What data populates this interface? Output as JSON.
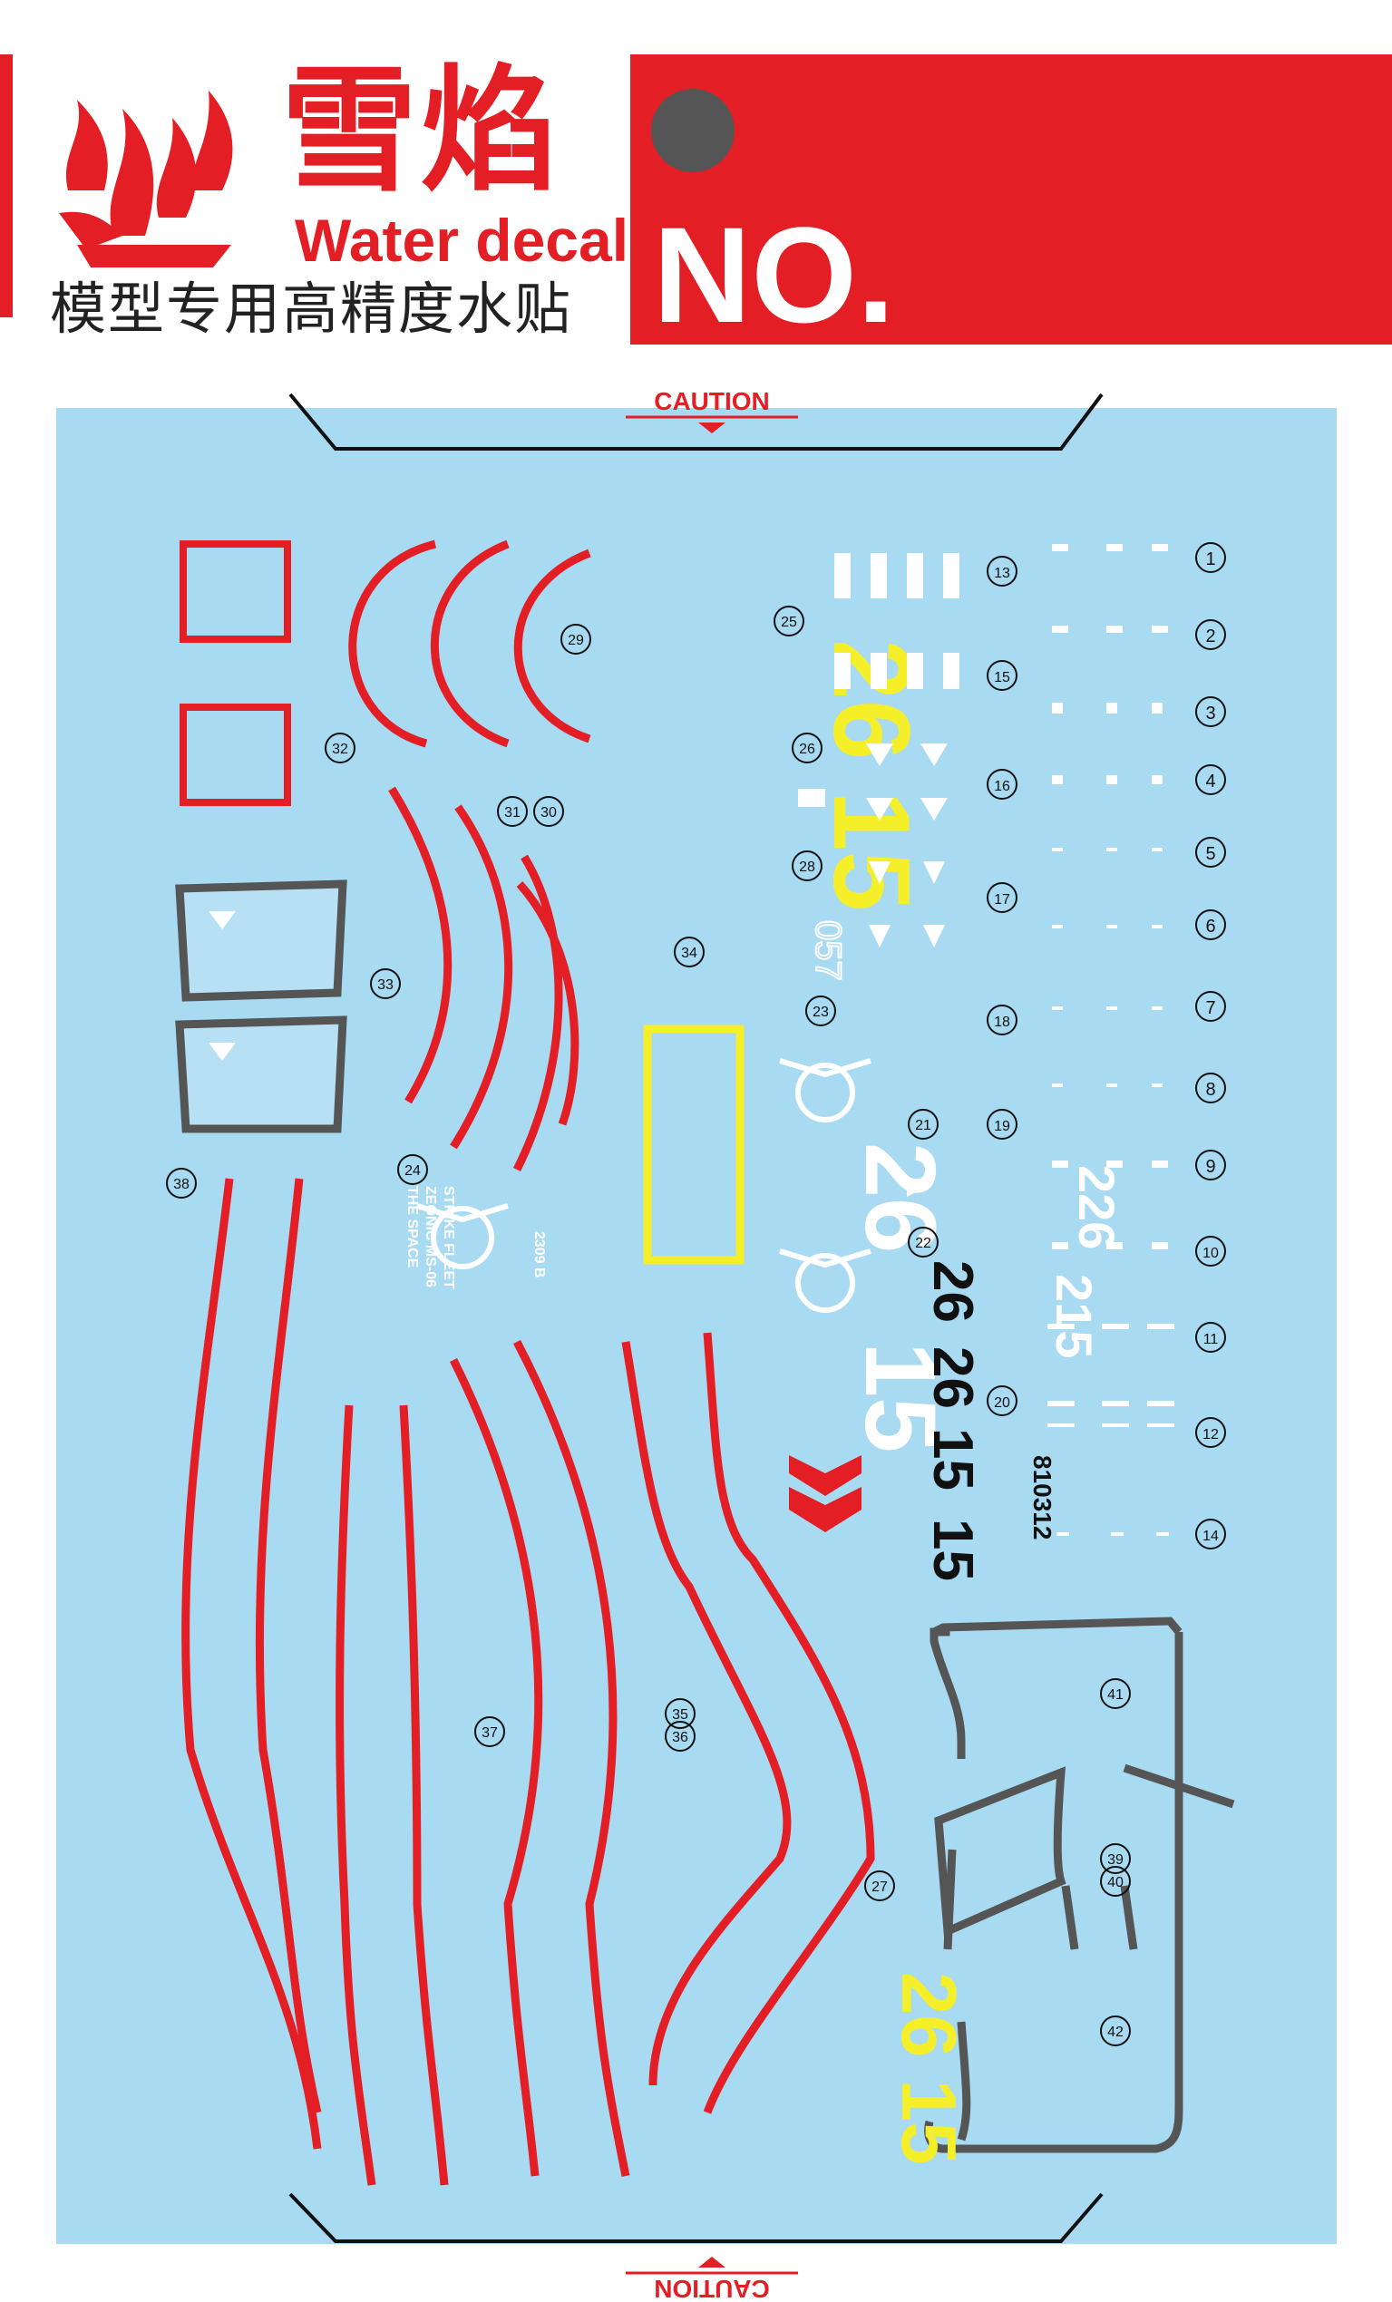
{
  "header": {
    "brand_cn": "雪焰",
    "brand_en": "Water decals",
    "subtitle": "模型专用高精度水贴",
    "no_label": "NO."
  },
  "caution": {
    "top": "CAUTION",
    "bottom": "CAUTION"
  },
  "colors": {
    "brand_red": "#e31e24",
    "sheet_blue": "#a8daf2",
    "decal_yellow": "#f5ef2a",
    "decal_gray": "#555555",
    "decal_black": "#111111"
  },
  "decals": {
    "yellow_top": "26 15",
    "yellow_bottom": "26 15",
    "white_large": [
      "26",
      "15"
    ],
    "white_small": [
      "226",
      "215"
    ],
    "black": [
      "26",
      "26",
      "15",
      "15"
    ],
    "serial": "810312",
    "code": "057",
    "emblem_text": [
      "THE SPACE",
      "ZEONIC MS-06",
      "STRIKE FLEET",
      "2309 B"
    ]
  },
  "numbers": {
    "column_right": [
      "1",
      "2",
      "3",
      "4",
      "5",
      "6",
      "7",
      "8",
      "9",
      "10",
      "11",
      "12",
      "14"
    ],
    "column_mid": [
      "13",
      "15",
      "16",
      "17",
      "18",
      "19",
      "20"
    ],
    "misc": [
      "21",
      "22",
      "23",
      "24",
      "25",
      "26",
      "27",
      "28",
      "29",
      "30",
      "31",
      "32",
      "33",
      "34",
      "35",
      "36",
      "37",
      "38",
      "39",
      "40",
      "41",
      "42"
    ]
  }
}
